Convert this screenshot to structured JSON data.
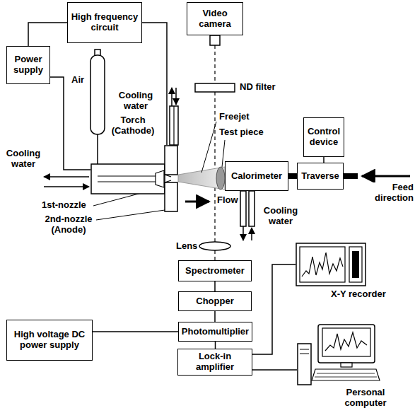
{
  "diagram": {
    "nodes": [
      {
        "text": [
          "High frequency circuit"
        ]
      },
      {
        "text": [
          "Power supply"
        ]
      },
      {
        "text": [
          "Video camera"
        ]
      },
      {
        "text": [
          "Torch (Cathode)"
        ]
      },
      {
        "text": [
          "Calorimeter"
        ]
      },
      {
        "text": [
          "Control device"
        ]
      },
      {
        "text": [
          "Traverse"
        ]
      },
      {
        "text": [
          "Spectrometer"
        ]
      },
      {
        "text": [
          "Chopper"
        ]
      },
      {
        "text": [
          "Photomultiplier"
        ]
      },
      {
        "text": [
          "High voltage DC power supply"
        ]
      },
      {
        "text": [
          "X-Y recorder"
        ]
      },
      {
        "text": [
          "Lock-in amplifier"
        ]
      },
      {
        "text": [
          "Personal computer"
        ]
      }
    ],
    "edges": [
      {
        "from": 1,
        "to": 0,
        "arrow": "none"
      },
      {
        "from": 0,
        "to": 3,
        "arrow": "none"
      },
      {
        "from": 1,
        "to": 3,
        "arrow": "none"
      },
      {
        "from": 4,
        "to": 6,
        "arrow": "none"
      },
      {
        "from": 5,
        "to": 6,
        "arrow": "none"
      },
      {
        "from": 7,
        "to": 8,
        "arrow": "none"
      },
      {
        "from": 8,
        "to": 9,
        "arrow": "none"
      },
      {
        "from": 10,
        "to": 9,
        "arrow": "none"
      },
      {
        "from": 9,
        "to": 12,
        "arrow": "none"
      },
      {
        "from": 12,
        "to": 11,
        "arrow": "none"
      },
      {
        "from": 12,
        "to": 13,
        "arrow": "none"
      }
    ],
    "labels": [
      "Air",
      "Cooling water",
      "ND filter",
      "Freejet",
      "Test piece",
      "Cooling water",
      "Flow",
      "1st-nozzle",
      "2nd-nozzle (Anode)",
      "Feed direction",
      "Cooling water",
      "Lens"
    ]
  }
}
